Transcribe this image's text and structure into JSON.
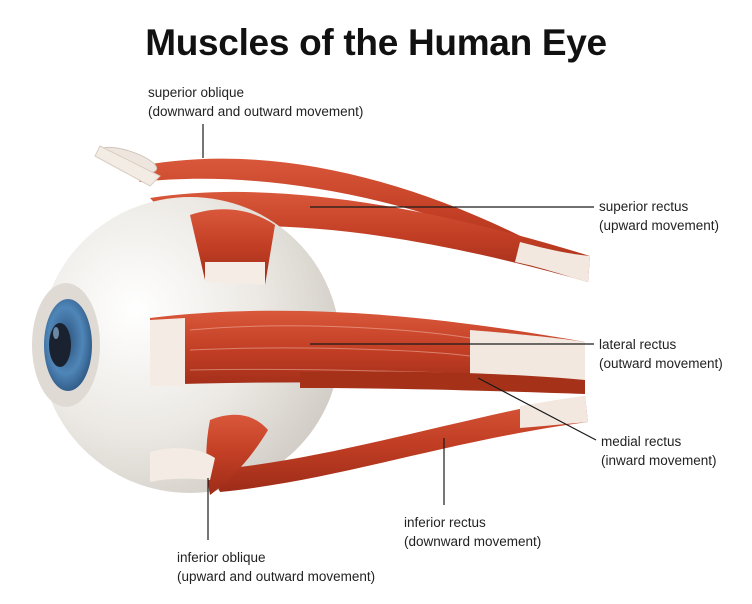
{
  "title": "Muscles of the Human Eye",
  "labels": {
    "superior_oblique": {
      "name": "superior oblique",
      "action": "(downward and outward movement)"
    },
    "superior_rectus": {
      "name": "superior rectus",
      "action": "(upward movement)"
    },
    "lateral_rectus": {
      "name": "lateral rectus",
      "action": "(outward movement)"
    },
    "medial_rectus": {
      "name": "medial rectus",
      "action": "(inward movement)"
    },
    "inferior_rectus": {
      "name": "inferior rectus",
      "action": "(downward movement)"
    },
    "inferior_oblique": {
      "name": "inferior oblique",
      "action": "(upward and outward movement)"
    }
  },
  "colors": {
    "muscle": "#c8442a",
    "muscle_dark": "#9e2c18",
    "tendon": "#f1ebe4",
    "sclera": "#e9e6e1",
    "iris": "#3f6f9e",
    "pupil": "#1a2230",
    "leader_line": "#1a1a1a"
  }
}
